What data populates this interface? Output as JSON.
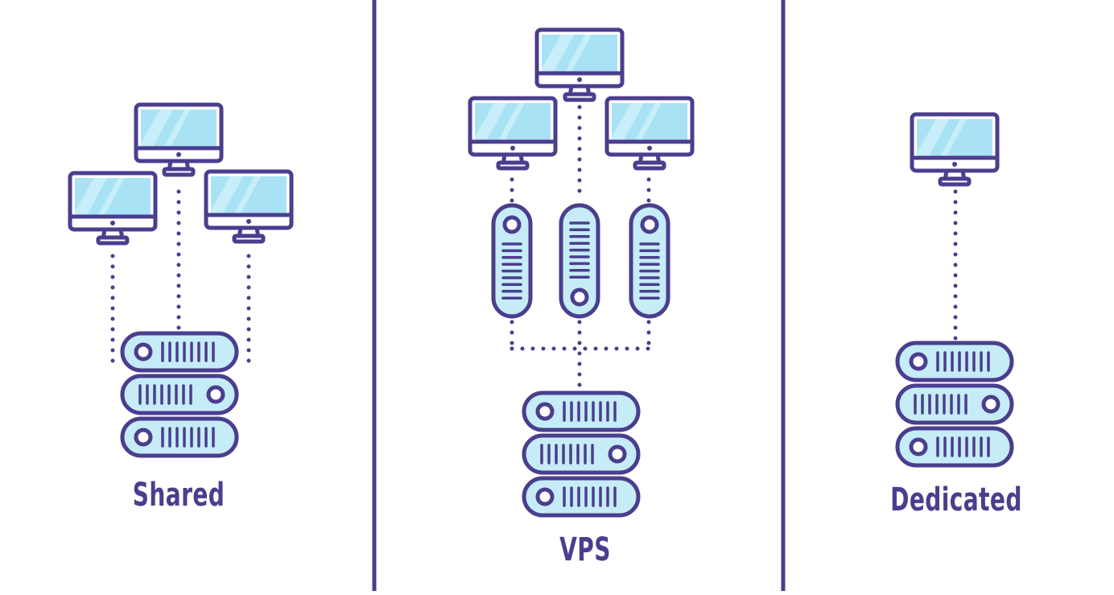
{
  "panels": {
    "shared": {
      "label": "Shared"
    },
    "vps": {
      "label": "VPS"
    },
    "dedicated": {
      "label": "Dedicated"
    }
  },
  "colors": {
    "outline": "#4a3e8e",
    "screen": "#a9e2f5",
    "server_fill": "#c6ecf7",
    "background": "#ffffff"
  },
  "icons": [
    "monitor-icon",
    "server-rack-icon",
    "vps-node-icon"
  ]
}
